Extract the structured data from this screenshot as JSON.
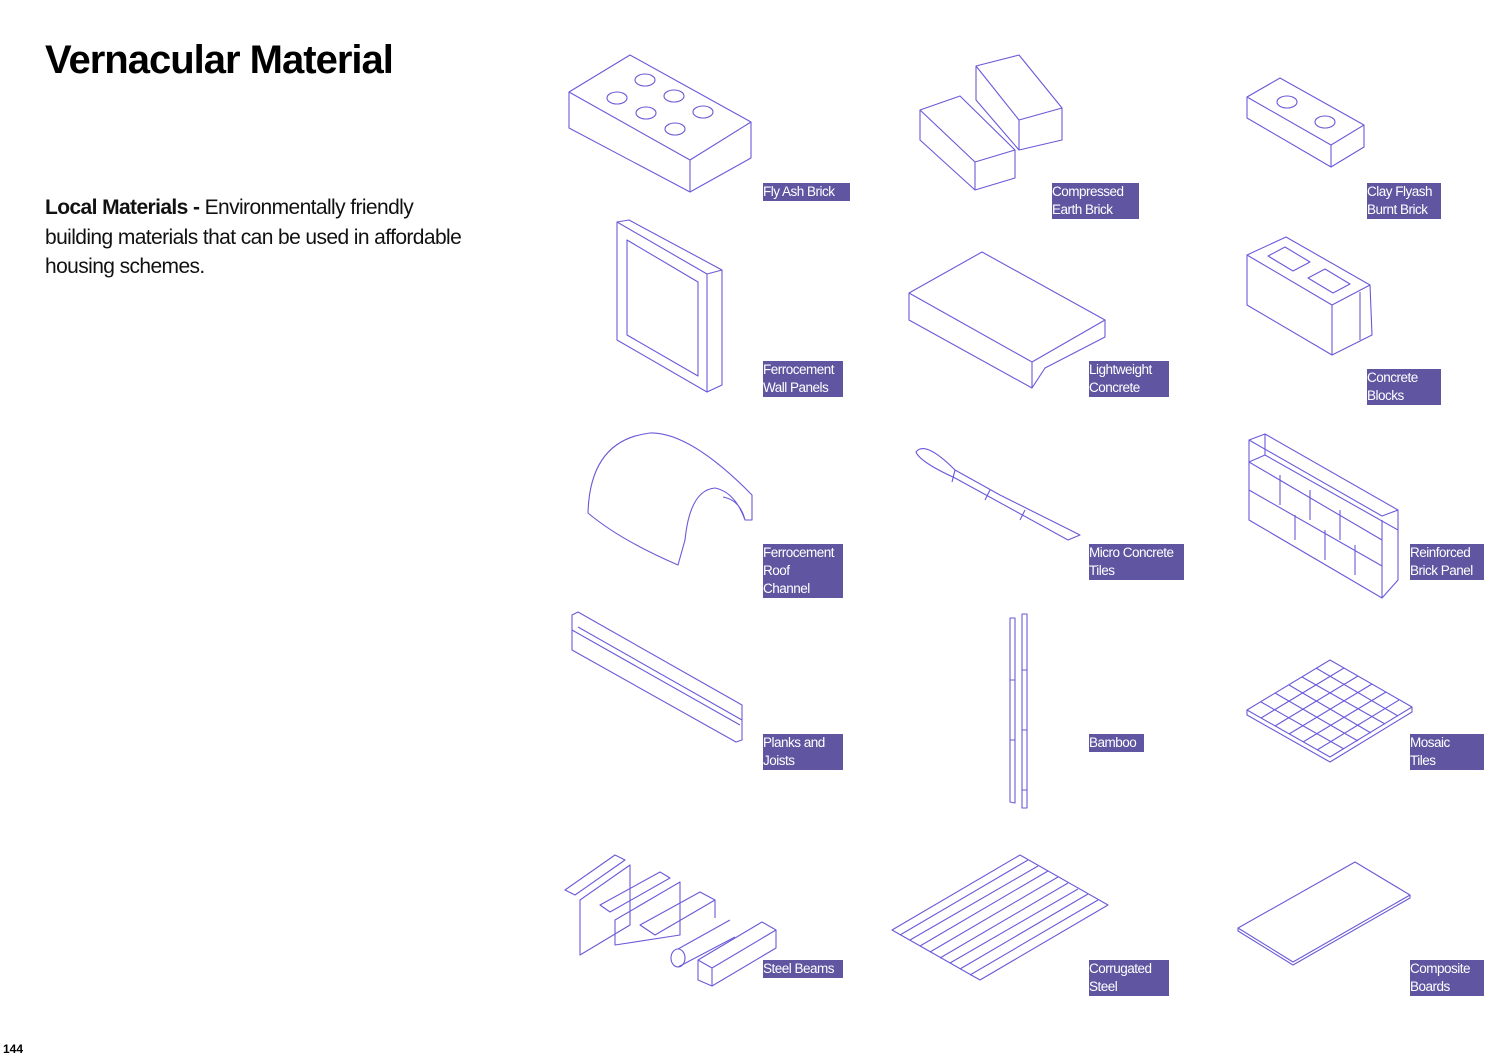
{
  "title": "Vernacular Material",
  "intro": {
    "bold": "Local Materials - ",
    "text": "Environmentally friendly building materials that can be used in affordable housing schemes."
  },
  "page_number": "144",
  "materials": [
    {
      "l1": "Fly Ash Brick",
      "l2": ""
    },
    {
      "l1": "Compressed",
      "l2": "Earth Brick"
    },
    {
      "l1": "Clay Flyash",
      "l2": "Burnt Brick"
    },
    {
      "l1": "Ferrocement",
      "l2": "Wall Panels"
    },
    {
      "l1": "Lightweight",
      "l2": "Concrete"
    },
    {
      "l1": "Concrete",
      "l2": "Blocks"
    },
    {
      "l1": "Ferrocement",
      "l2": "Roof Channel"
    },
    {
      "l1": "Micro Concrete",
      "l2": "Tiles"
    },
    {
      "l1": "Reinforced",
      "l2": "Brick Panel"
    },
    {
      "l1": "Planks and",
      "l2": "Joists"
    },
    {
      "l1": "Bamboo",
      "l2": ""
    },
    {
      "l1": "Mosaic Tiles",
      "l2": ""
    },
    {
      "l1": "Steel Beams",
      "l2": ""
    },
    {
      "l1": "Corrugated",
      "l2": "Steel"
    },
    {
      "l1": "Composite",
      "l2": "Boards"
    }
  ],
  "colors": {
    "label_bg": "#5f55a0",
    "line": "#6a5ad8"
  }
}
